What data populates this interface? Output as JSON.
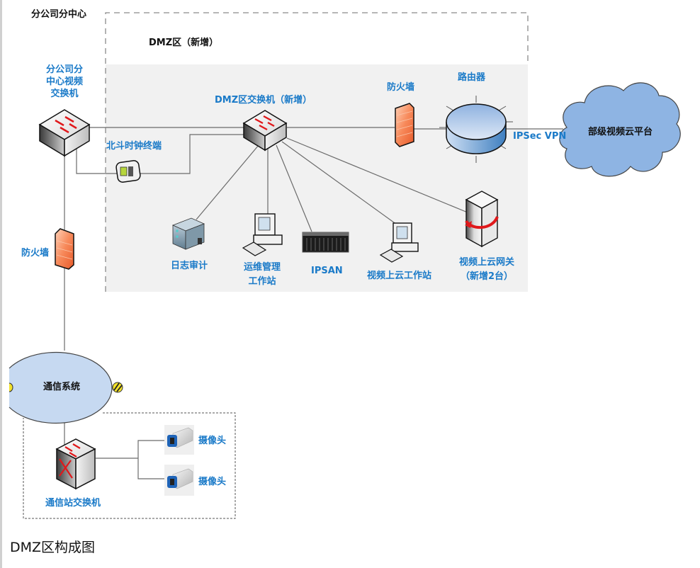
{
  "diagram": {
    "branch_center_title": "分公司分中心",
    "dmz_zone_title": "DMZ区（新增）",
    "nodes": {
      "branch_switch": "分公司分\n中心视频\n交换机",
      "beidou_clock": "北斗时钟终端",
      "dmz_switch": "DMZ区交换机（新增）",
      "dmz_firewall": "防火墙",
      "router": "路由器",
      "vpn_link": "IPSec VPN",
      "cloud_platform": "部级视频云平台",
      "log_audit": "日志审计",
      "ops_workstation_line1": "运维管理",
      "ops_workstation_line2": "工作站",
      "ipsan": "IPSAN",
      "video_cloud_workstation": "视频上云工作站",
      "video_gateway_line1": "视频上云网关",
      "video_gateway_line2": "（新增2台）",
      "branch_firewall": "防火墙",
      "comm_system": "通信系统",
      "station_switch": "通信站交换机",
      "camera_1": "摄像头",
      "camera_2": "摄像头"
    },
    "colors": {
      "label_blue": "#1a7ac8",
      "dmz_background": "#f1f1f1",
      "cloud_fill": "#8eb4e3",
      "comm_ellipse_fill": "#c6d9f1",
      "firewall_orange": "#f47a48",
      "arrow_red": "#e0181b"
    }
  },
  "caption": "DMZ区构成图"
}
